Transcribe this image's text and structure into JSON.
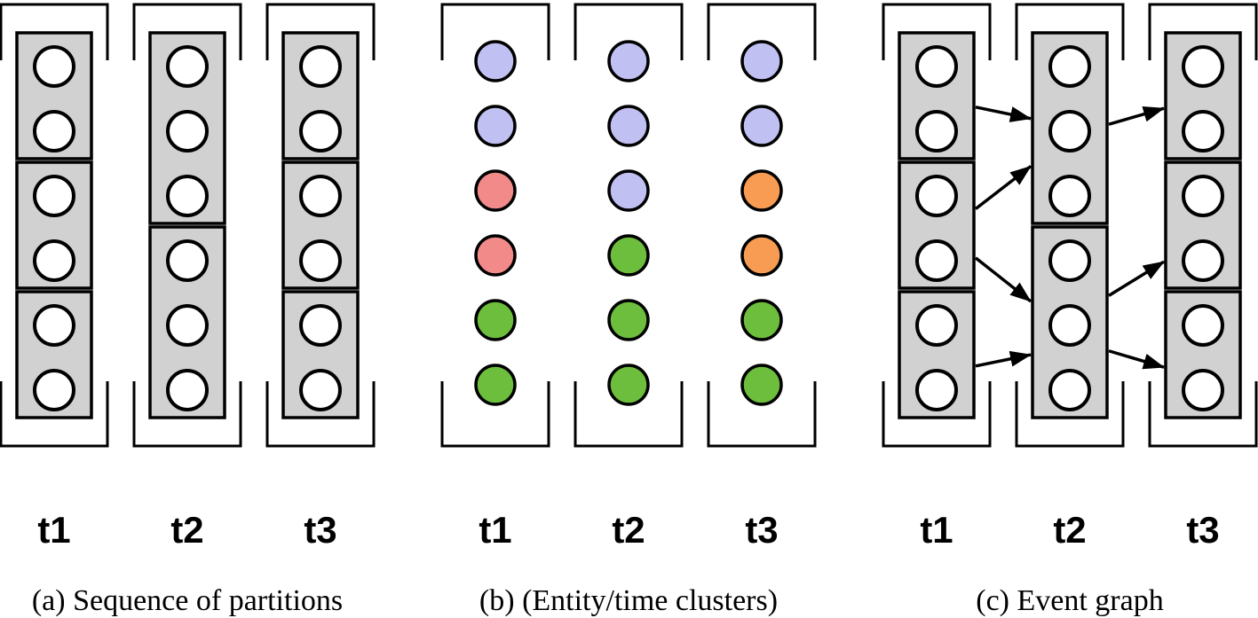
{
  "figure": {
    "background": "#ffffff",
    "palette": {
      "blue": "#c0c0f2",
      "red": "#f38a8a",
      "green": "#6cbe3c",
      "orange": "#f79c52",
      "box_fill": "#d1d1d1",
      "node_fill": "#ffffff",
      "line": "#000000"
    },
    "panels": [
      {
        "id": "a",
        "caption": "(a) Sequence of partitions",
        "columns": [
          {
            "label": "t1",
            "groups": [
              2,
              2,
              2
            ]
          },
          {
            "label": "t2",
            "groups": [
              3,
              3
            ]
          },
          {
            "label": "t3",
            "groups": [
              2,
              2,
              2
            ]
          }
        ]
      },
      {
        "id": "b",
        "caption": "(b) (Entity/time clusters)",
        "columns": [
          {
            "label": "t1",
            "dots": [
              "blue",
              "blue",
              "red",
              "red",
              "green",
              "green"
            ]
          },
          {
            "label": "t2",
            "dots": [
              "blue",
              "blue",
              "blue",
              "green",
              "green",
              "green"
            ]
          },
          {
            "label": "t3",
            "dots": [
              "blue",
              "blue",
              "orange",
              "orange",
              "green",
              "green"
            ]
          }
        ]
      },
      {
        "id": "c",
        "caption": "(c) Event graph",
        "columns": [
          {
            "label": "t1",
            "groups": [
              2,
              2,
              2
            ]
          },
          {
            "label": "t2",
            "groups": [
              3,
              3
            ]
          },
          {
            "label": "t3",
            "groups": [
              2,
              2,
              2
            ]
          }
        ],
        "arrows": [
          {
            "from": [
              0,
              0
            ],
            "to": [
              1,
              0
            ],
            "from_anchor": 0.59,
            "to_anchor": 0.45
          },
          {
            "from": [
              0,
              1
            ],
            "to": [
              1,
              0
            ],
            "from_anchor": 0.37,
            "to_anchor": 0.7
          },
          {
            "from": [
              0,
              1
            ],
            "to": [
              1,
              1
            ],
            "from_anchor": 0.76,
            "to_anchor": 0.39
          },
          {
            "from": [
              0,
              2
            ],
            "to": [
              1,
              1
            ],
            "from_anchor": 0.59,
            "to_anchor": 0.67
          },
          {
            "from": [
              1,
              0
            ],
            "to": [
              2,
              0
            ],
            "from_anchor": 0.48,
            "to_anchor": 0.6
          },
          {
            "from": [
              1,
              1
            ],
            "to": [
              2,
              1
            ],
            "from_anchor": 0.36,
            "to_anchor": 0.79
          },
          {
            "from": [
              1,
              1
            ],
            "to": [
              2,
              2
            ],
            "from_anchor": 0.65,
            "to_anchor": 0.6
          }
        ]
      }
    ]
  }
}
